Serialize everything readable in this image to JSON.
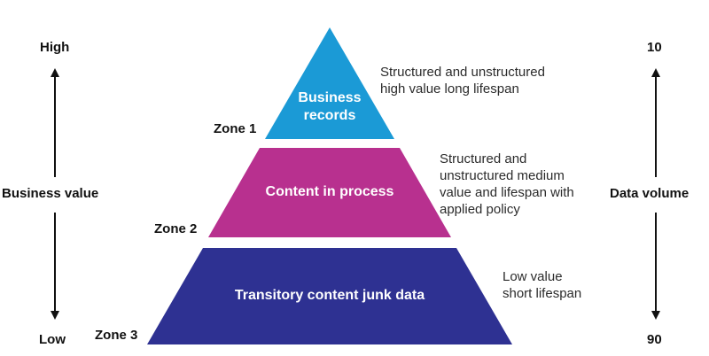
{
  "left_axis": {
    "top_label": "High",
    "middle_label": "Business value",
    "bottom_label": "Low"
  },
  "right_axis": {
    "top_label": "10",
    "middle_label": "Data volume",
    "bottom_label": "90"
  },
  "tiers": [
    {
      "zone": "Zone 1",
      "title_lines": [
        "Business",
        "records"
      ],
      "description_lines": [
        "Structured and unstructured",
        "high value long lifespan"
      ],
      "color": "#1b9ad6"
    },
    {
      "zone": "Zone 2",
      "title_lines": [
        "Content in process"
      ],
      "description_lines": [
        "Structured and",
        "unstructured medium",
        "value and lifespan with",
        "applied policy"
      ],
      "color": "#b8308f"
    },
    {
      "zone": "Zone 3",
      "title_lines": [
        "Transitory content junk data"
      ],
      "description_lines": [
        "Low value",
        "short lifespan"
      ],
      "color": "#2e3192"
    }
  ]
}
